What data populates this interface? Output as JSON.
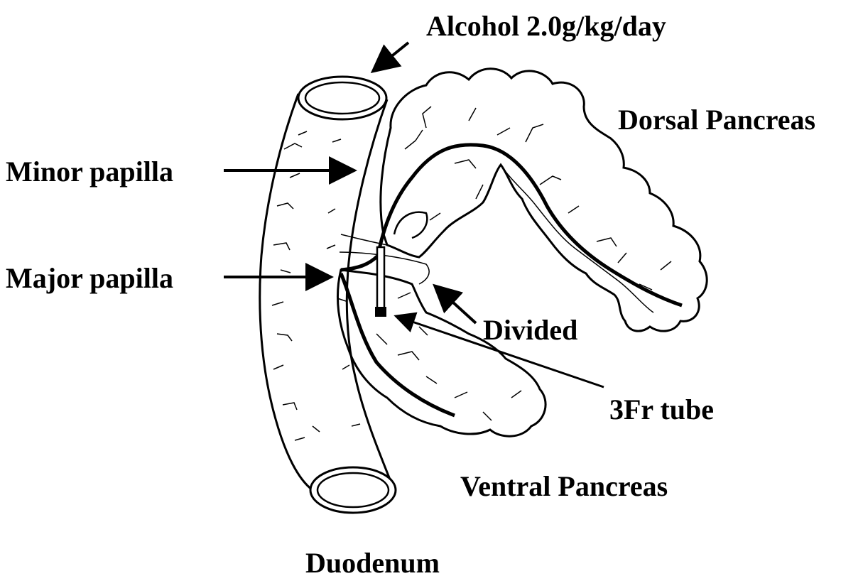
{
  "labels": {
    "alcohol": "Alcohol 2.0g/kg/day",
    "dorsal": "Dorsal Pancreas",
    "minor": "Minor papilla",
    "major": "Major papilla",
    "divided": "Divided",
    "tube": "3Fr tube",
    "ventral": "Ventral Pancreas",
    "duodenum": "Duodenum"
  },
  "colors": {
    "ink": "#000000",
    "background": "#ffffff"
  }
}
